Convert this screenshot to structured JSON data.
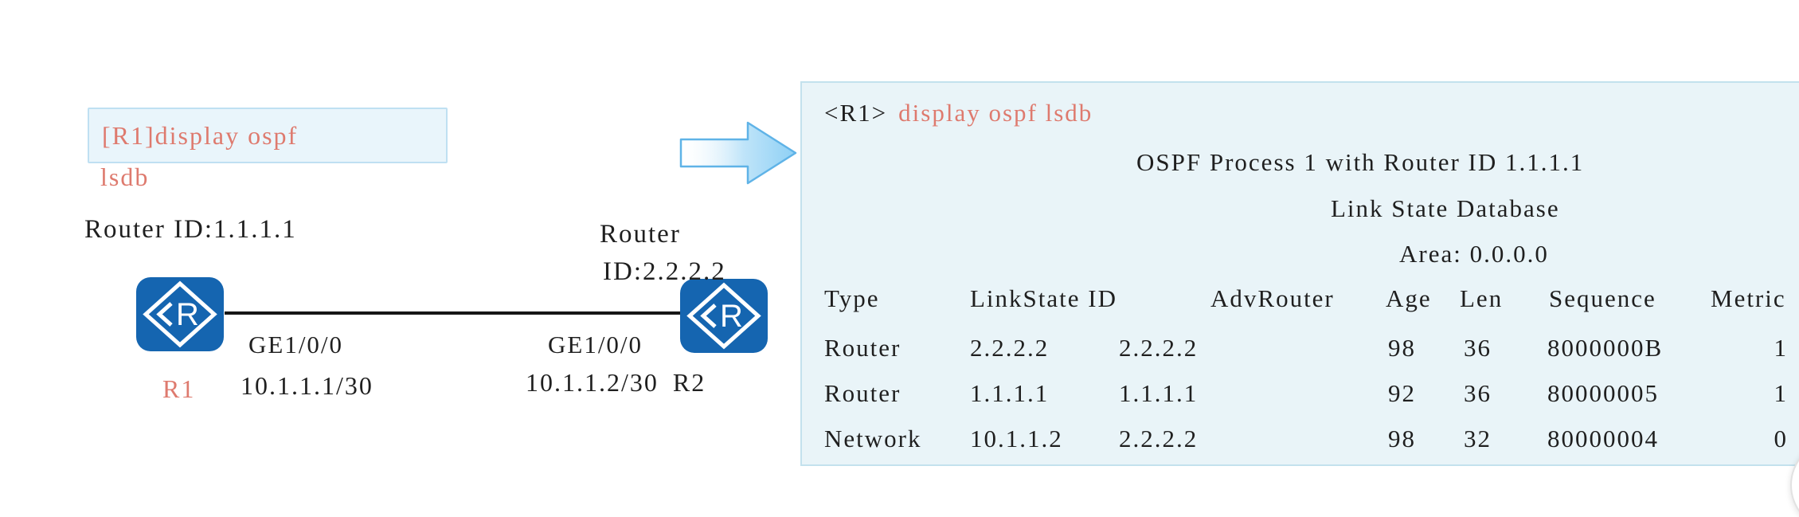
{
  "diagram": {
    "command_box": {
      "line1": "[R1]display ospf",
      "line2": "lsdb"
    },
    "r1": {
      "router_id": "Router ID:1.1.1.1",
      "name": "R1",
      "interface": "GE1/0/0",
      "ip": "10.1.1.1/30"
    },
    "r2": {
      "router_id_line1": "Router",
      "router_id_line2": "ID:2.2.2.2",
      "name": "R2",
      "interface": "GE1/0/0",
      "ip": "10.1.1.2/30"
    },
    "router_icon_letter": "R"
  },
  "terminal": {
    "prompt": "<R1>",
    "command": "display ospf lsdb",
    "process_line": "OSPF Process 1 with Router ID 1.1.1.1",
    "database_line": "Link State Database",
    "area_line": "Area: 0.0.0.0",
    "table": {
      "headers": [
        "Type",
        "LinkState ID",
        "AdvRouter",
        "Age",
        "Len",
        "Sequence",
        "Metric"
      ],
      "rows": [
        [
          "Router",
          "2.2.2.2",
          "2.2.2.2",
          "98",
          "36",
          "8000000B",
          "1"
        ],
        [
          "Router",
          "1.1.1.1",
          "1.1.1.1",
          "92",
          "36",
          "80000005",
          "1"
        ],
        [
          "Network",
          "10.1.1.2",
          "2.2.2.2",
          "98",
          "32",
          "80000004",
          "0"
        ]
      ]
    }
  },
  "colors": {
    "accent_red": "#de7a6e",
    "router_blue": "#1565b0",
    "panel_bg": "#e9f4f8",
    "panel_border": "#c3e1ed",
    "arrow_blue": "#5fb3e7",
    "link_line": "#161616"
  }
}
